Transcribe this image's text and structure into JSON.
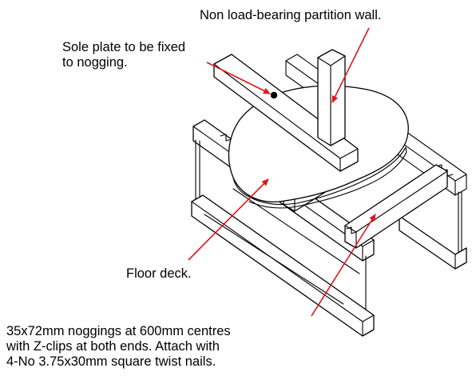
{
  "labels": {
    "partition": "Non load-bearing partition wall.",
    "sole_plate": [
      "Sole plate to be fixed",
      "to nogging."
    ],
    "floor_deck": "Floor deck.",
    "noggings": [
      "35x72mm noggings at 600mm centres",
      "with Z-clips at both ends. Attach with",
      "4-No 3.75x30mm square twist nails."
    ]
  },
  "colors": {
    "line": "#000000",
    "leader_arrow": "#e0161b",
    "background": "#ffffff"
  }
}
